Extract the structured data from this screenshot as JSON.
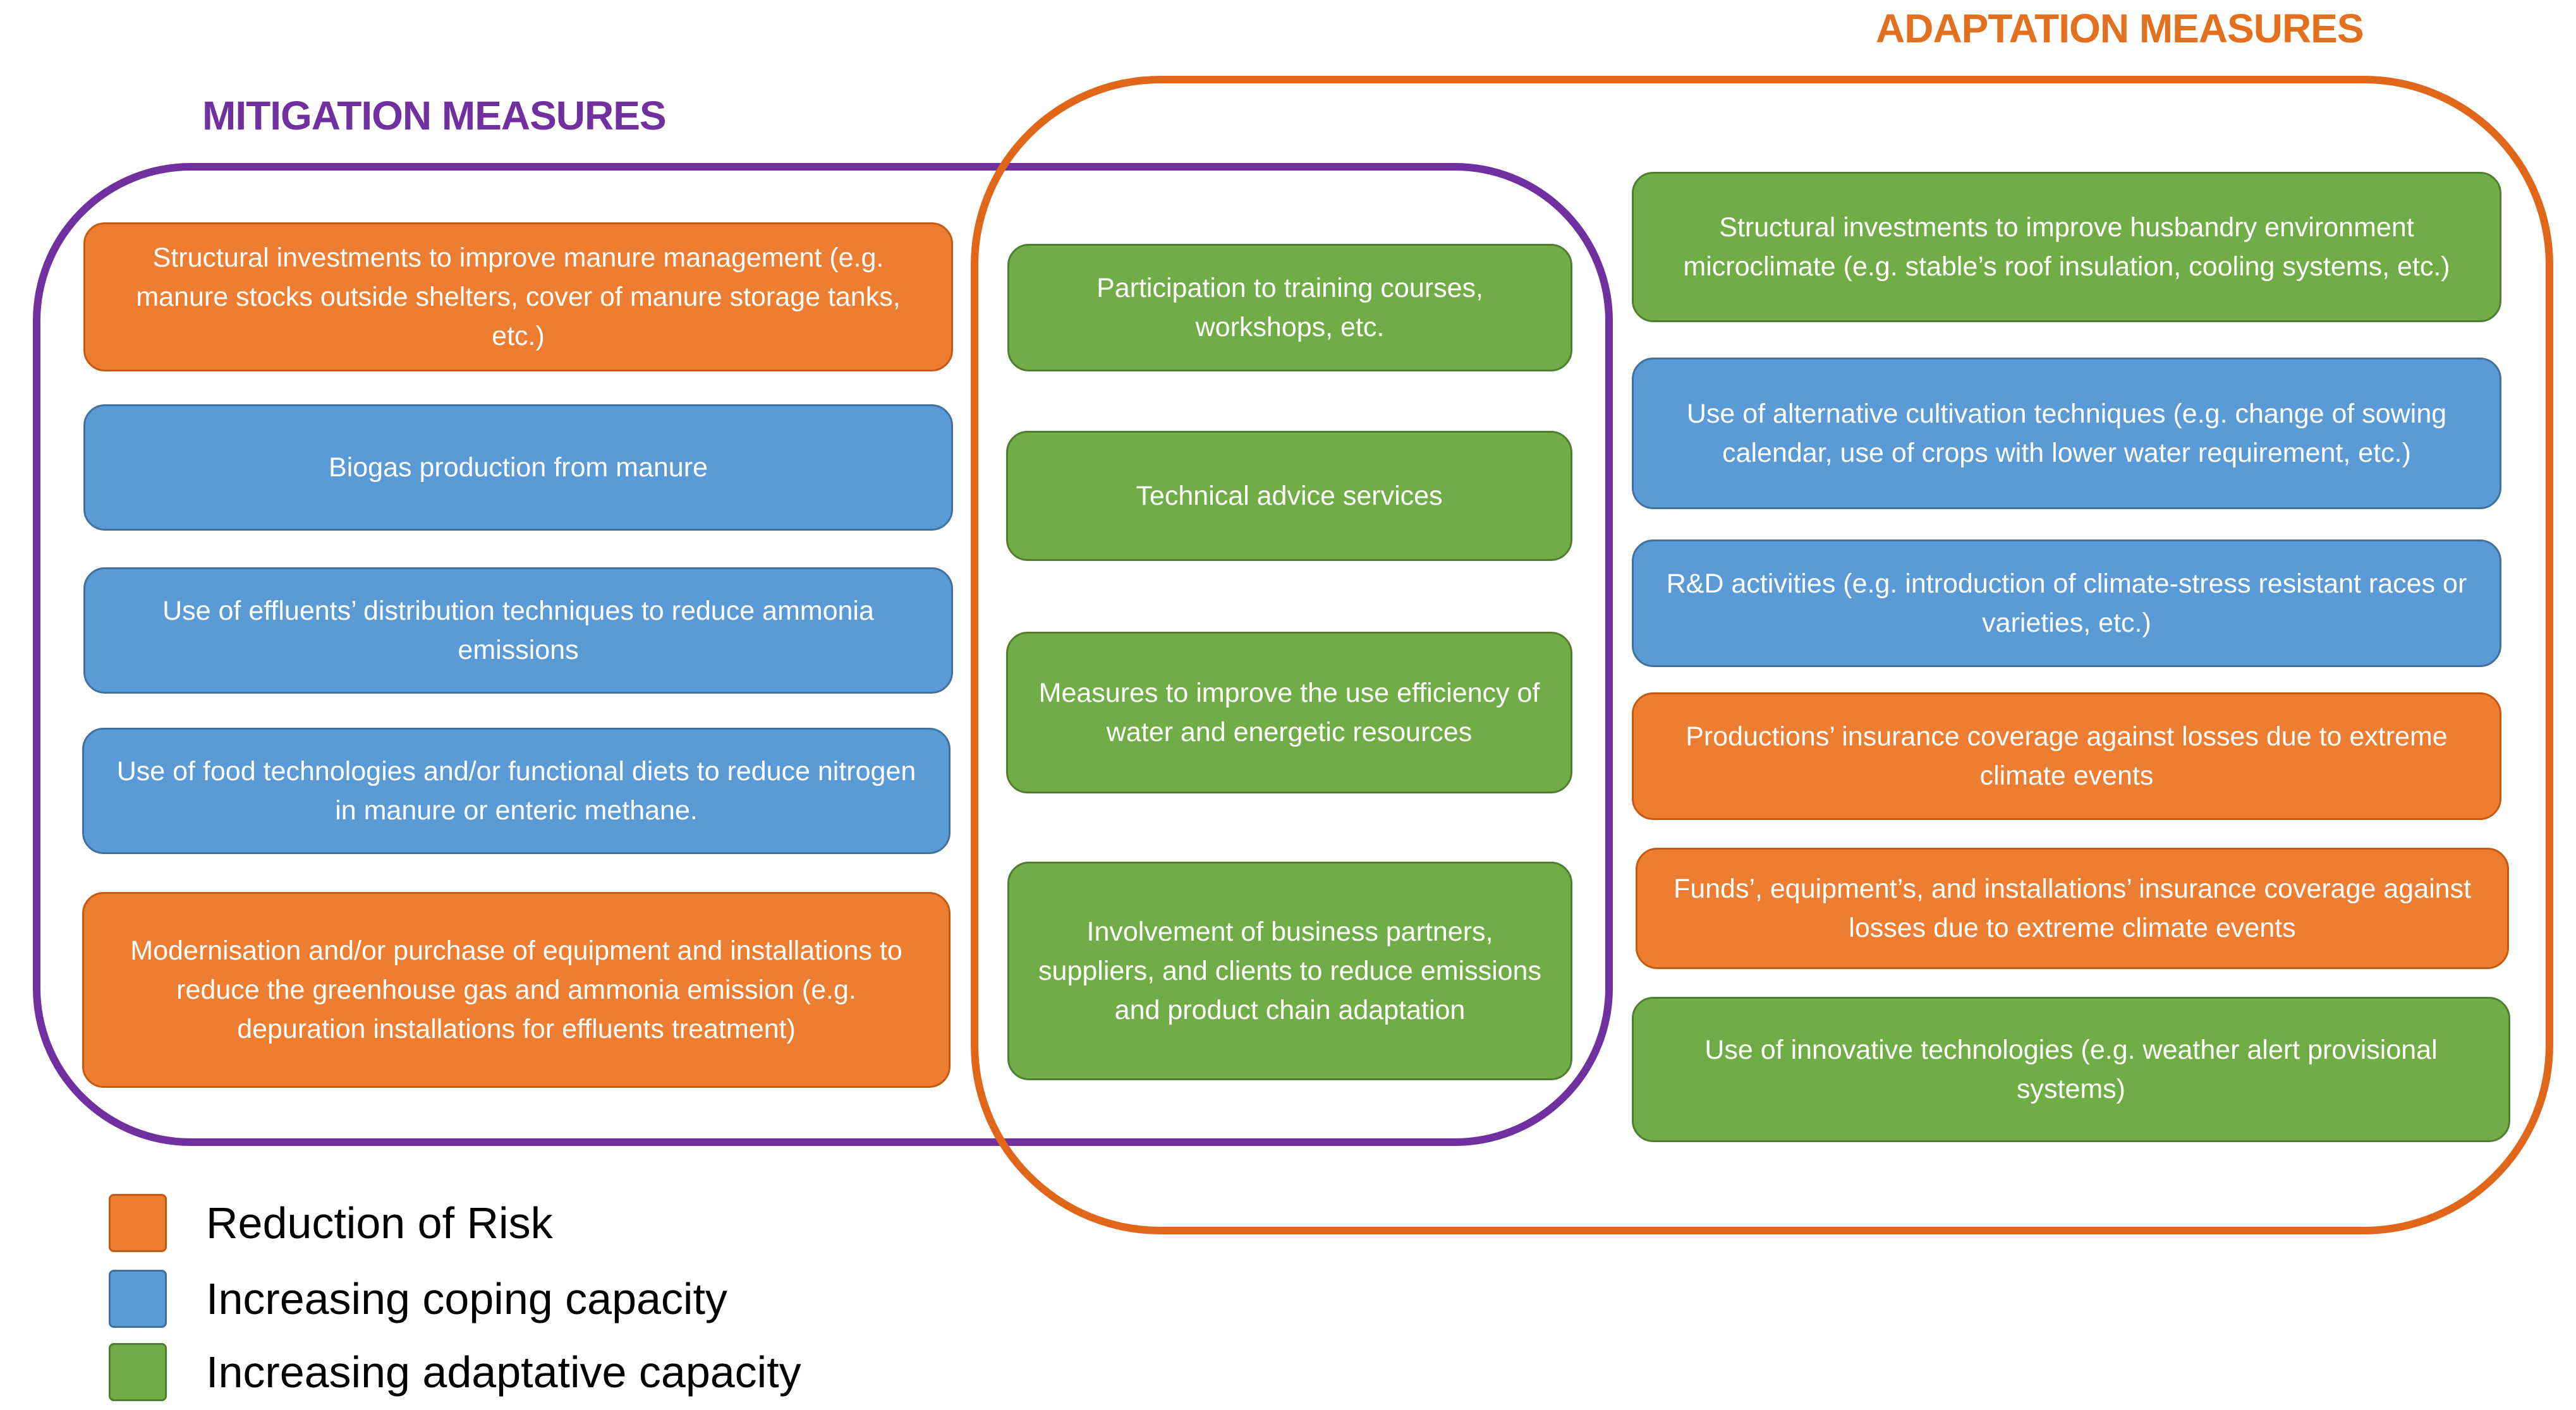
{
  "titles": {
    "mitigation": "MITIGATION MEASURES",
    "adaptation": "ADAPTATION MEASURES"
  },
  "colors": {
    "mitigation_ring": "#7030a0",
    "adaptation_ring": "#e0661a",
    "reduction_of_risk": "#ed7d31",
    "increasing_coping_capacity": "#5b9bd5",
    "increasing_adaptative_capacity": "#70ad47"
  },
  "mitigation_only": [
    {
      "text": "Structural investments to improve manure management (e.g. manure stocks outside shelters, cover of manure storage tanks, etc.)",
      "category": "reduction_of_risk"
    },
    {
      "text": "Biogas production from manure",
      "category": "increasing_coping_capacity"
    },
    {
      "text": "Use of effluents’ distribution techniques to reduce ammonia emissions",
      "category": "increasing_coping_capacity"
    },
    {
      "text": "Use of food technologies and/or functional diets to reduce nitrogen in manure or enteric methane.",
      "category": "increasing_coping_capacity"
    },
    {
      "text": "Modernisation and/or purchase of equipment and installations to reduce the greenhouse gas and ammonia emission (e.g. depuration installations for effluents treatment)",
      "category": "reduction_of_risk"
    }
  ],
  "both": [
    {
      "text": "Participation to training courses, workshops, etc.",
      "category": "increasing_adaptative_capacity"
    },
    {
      "text": "Technical advice services",
      "category": "increasing_adaptative_capacity"
    },
    {
      "text": "Measures to improve the use efficiency of water and energetic resources",
      "category": "increasing_adaptative_capacity"
    },
    {
      "text": "Involvement of business partners, suppliers, and clients to reduce emissions and product chain adaptation",
      "category": "increasing_adaptative_capacity"
    }
  ],
  "adaptation_only": [
    {
      "text": "Structural investments to improve husbandry environment microclimate (e.g. stable’s roof insulation, cooling systems, etc.)",
      "category": "increasing_adaptative_capacity"
    },
    {
      "text": "Use of alternative cultivation techniques (e.g. change of sowing calendar, use of crops with lower water requirement, etc.)",
      "category": "increasing_coping_capacity"
    },
    {
      "text": "R&D activities (e.g. introduction of climate-stress resistant races or varieties, etc.)",
      "category": "increasing_coping_capacity"
    },
    {
      "text": "Productions’ insurance coverage against losses due to extreme climate events",
      "category": "reduction_of_risk"
    },
    {
      "text": "Funds’, equipment’s, and installations’ insurance coverage against losses due to extreme climate events",
      "category": "reduction_of_risk"
    },
    {
      "text": "Use of innovative technologies (e.g. weather alert provisional systems)",
      "category": "increasing_adaptative_capacity"
    }
  ],
  "legend": [
    {
      "label": "Reduction of Risk",
      "category": "reduction_of_risk"
    },
    {
      "label": "Increasing coping capacity",
      "category": "increasing_coping_capacity"
    },
    {
      "label": "Increasing adaptative capacity",
      "category": "increasing_adaptative_capacity"
    }
  ]
}
